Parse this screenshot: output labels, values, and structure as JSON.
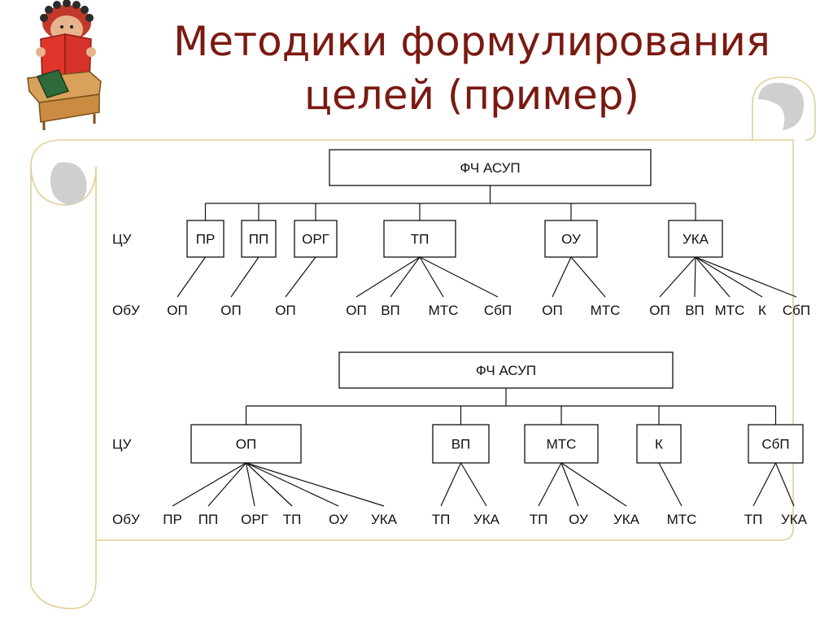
{
  "slide": {
    "title_line1": "Методики формулирования",
    "title_line2": "целей (пример)"
  },
  "colors": {
    "title": "#7a1a12",
    "scroll_border": "#e3cf97",
    "scroll_curl": "#cfcfcf"
  },
  "illustration": "reading-child-at-desk",
  "diagram1": {
    "root": "ФЧ АСУП",
    "level_label": "ЦУ",
    "leaf_label": "ОбУ",
    "groups": [
      {
        "node": "ПР",
        "children": [
          "ОП"
        ]
      },
      {
        "node": "ПП",
        "children": [
          "ОП"
        ]
      },
      {
        "node": "ОРГ",
        "children": [
          "ОП"
        ]
      },
      {
        "node": "ТП",
        "children": [
          "ОП",
          "ВП",
          "МТС",
          "СбП"
        ]
      },
      {
        "node": "ОУ",
        "children": [
          "ОП",
          "МТС"
        ]
      },
      {
        "node": "УКА",
        "children": [
          "ОП",
          "ВП",
          "МТС",
          "К",
          "СбП"
        ]
      }
    ]
  },
  "diagram2": {
    "root": "ФЧ АСУП",
    "level_label": "ЦУ",
    "leaf_label": "ОбУ",
    "groups": [
      {
        "node": "ОП",
        "children": [
          "ПР",
          "ПП",
          "ОРГ",
          "ТП",
          "ОУ",
          "УКА"
        ]
      },
      {
        "node": "ВП",
        "children": [
          "ТП",
          "УКА"
        ]
      },
      {
        "node": "МТС",
        "children": [
          "ТП",
          "ОУ",
          "УКА"
        ]
      },
      {
        "node": "К",
        "children": [
          "МТС"
        ]
      },
      {
        "node": "СбП",
        "children": [
          "ТП",
          "УКА"
        ]
      }
    ]
  }
}
